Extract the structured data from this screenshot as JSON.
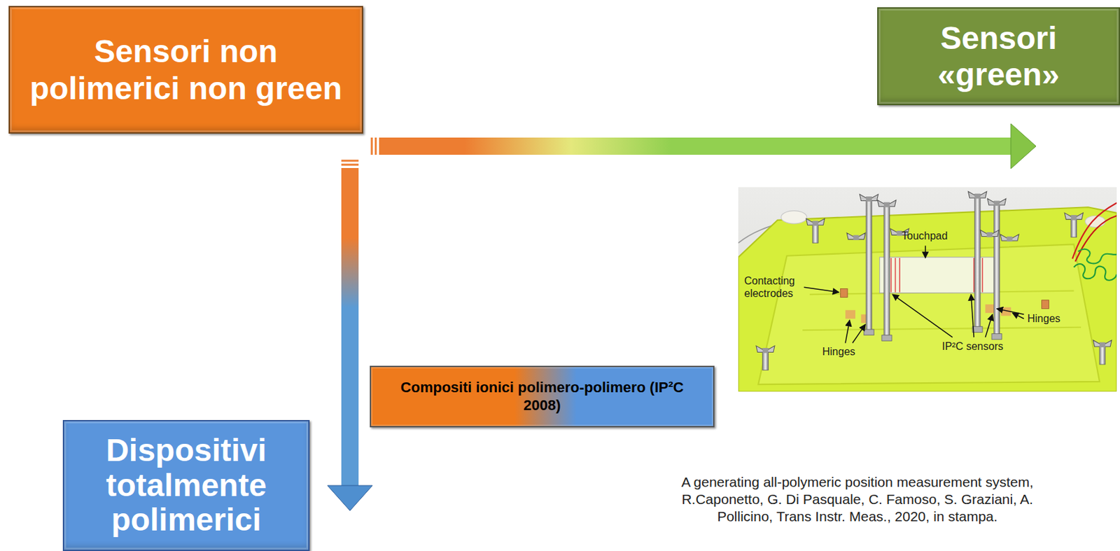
{
  "diagram": {
    "nodes": [
      {
        "text": [
          "Sensori non polimerici non green"
        ]
      },
      {
        "text": [
          "Sensori «green»"
        ]
      },
      {
        "text": [
          "Compositi ionici polimero-polimero (IP²C 2008)"
        ]
      },
      {
        "text": [
          "Dispositivi totalmente polimerici"
        ]
      }
    ],
    "edges": [
      {
        "from": 0,
        "to": 1,
        "arrow": "to"
      },
      {
        "from": 0,
        "to": 3,
        "arrow": "to"
      }
    ],
    "labels": [
      "Touchpad",
      "Contacting electrodes",
      "Hinges",
      "IP²C sensors",
      "Hinges",
      "A generating all-polymeric position measurement system, R.Caponetto, G. Di Pasquale, C. Famoso, S. Graziani, A. Pollicino, Trans Instr. Meas., 2020, in stampa."
    ]
  }
}
